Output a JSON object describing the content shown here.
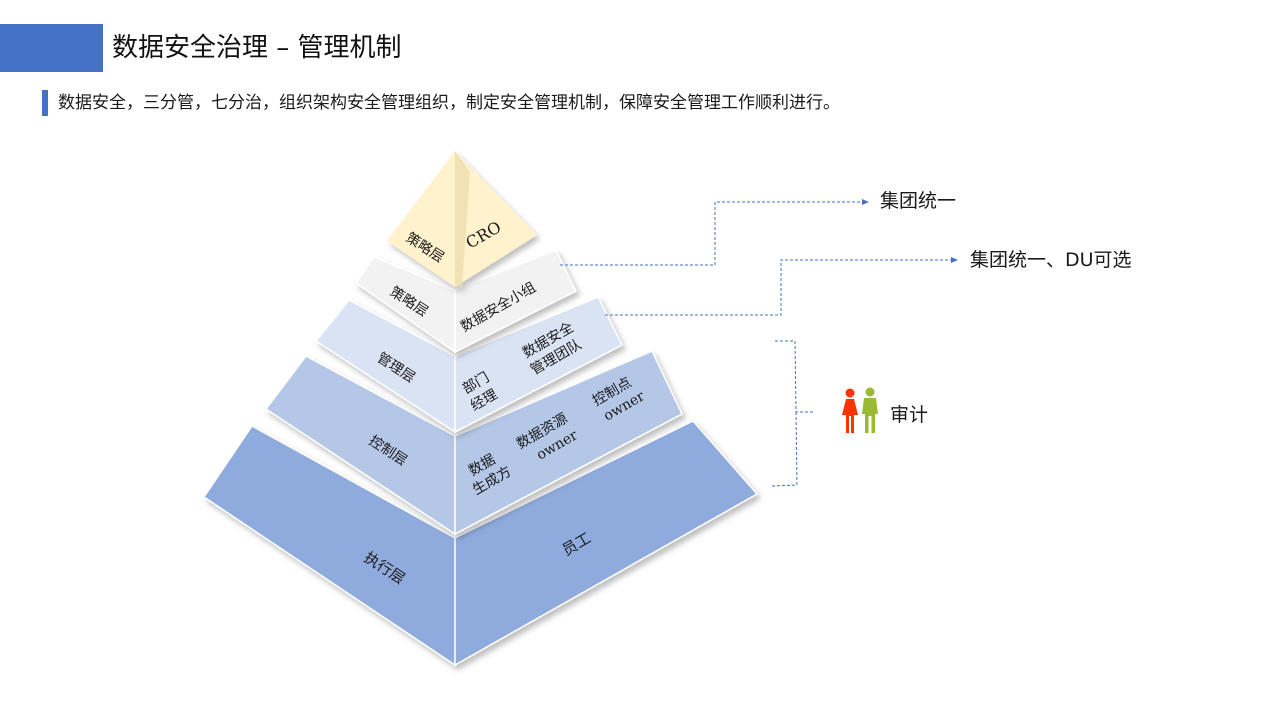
{
  "header": {
    "title": "数据安全治理 – 管理机制",
    "subtitle": "数据安全，三分管，七分治，组织架构安全管理组织，制定安全管理机制，保障安全管理工作顺利进行。"
  },
  "pyramid": {
    "apex": {
      "left": "策略层",
      "right": "CRO"
    },
    "level_strategy": {
      "left": "策略层",
      "right": "数据安全小组"
    },
    "level_management": {
      "left": "管理层",
      "right_a_line1": "部门",
      "right_a_line2": "经理",
      "right_b_line1": "数据安全",
      "right_b_line2": "管理团队"
    },
    "level_control": {
      "left": "控制层",
      "right_a_line1": "数据",
      "right_a_line2": "生成方",
      "right_b_line1": "数据资源",
      "right_b_line2": "owner",
      "right_c_line1": "控制点",
      "right_c_line2": "owner"
    },
    "level_execution": {
      "left": "执行层",
      "right": "员工"
    }
  },
  "annotations": {
    "group_unified": "集团统一",
    "group_unified_du_optional": "集团统一、DU可选",
    "audit": "审计"
  },
  "colors": {
    "accent": "#4472c4",
    "apex": "#fff2cc",
    "level1": "#f2f2f2",
    "level2": "#dae3f3",
    "level3": "#b4c7e7",
    "level4": "#8faadc",
    "audit_female": "#ff3300",
    "audit_male": "#99bb33"
  }
}
